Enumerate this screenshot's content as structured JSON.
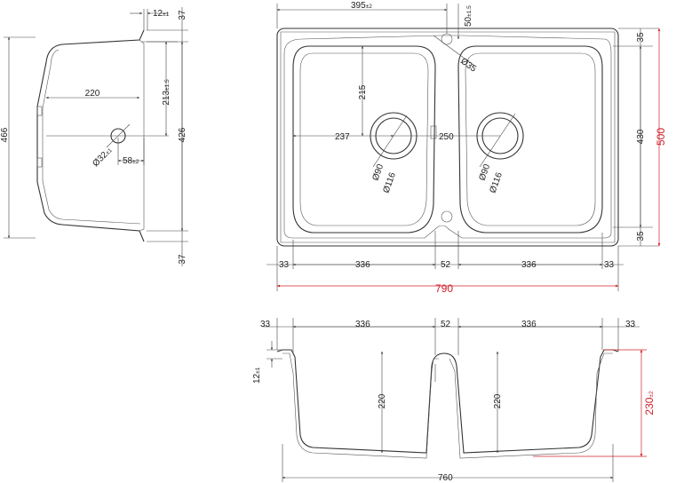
{
  "side_view": {
    "top_thickness": "12",
    "top_thickness_tol": "±1",
    "total_depth": "466",
    "inner_depth": "426",
    "top_offset": "37",
    "bottom_offset": "37",
    "bowl_depth": "220",
    "drain_height": "213",
    "drain_height_tol": "±1.5",
    "drain_diameter": "Ø32",
    "drain_diameter_tol": "±1",
    "drain_offset": "58",
    "drain_offset_tol": "±2"
  },
  "top_view": {
    "bowl_width_top": "395",
    "bowl_width_top_tol": "±2",
    "tap_hole_offset": "50",
    "tap_hole_offset_tol": "±1.5",
    "tap_hole_diameter": "Ø35",
    "inner_depth": "215",
    "drain_left_offset": "237",
    "drain_right_offset": "250",
    "drain1_inner": "Ø90",
    "drain1_outer": "Ø116",
    "drain2_inner": "Ø90",
    "drain2_outer": "Ø116",
    "depth_inner": "430",
    "edge_top": "35",
    "edge_bottom": "35",
    "depth_total": "500",
    "width_parts": [
      "33",
      "336",
      "52",
      "336",
      "33"
    ],
    "width_total": "790"
  },
  "front_view": {
    "width_parts": [
      "33",
      "336",
      "52",
      "336",
      "33"
    ],
    "rim_thickness": "12",
    "rim_thickness_tol": "±1",
    "bowl1_depth": "220",
    "bowl2_depth": "220",
    "total_height": "230",
    "total_height_tol": "±2",
    "bottom_width": "760"
  }
}
